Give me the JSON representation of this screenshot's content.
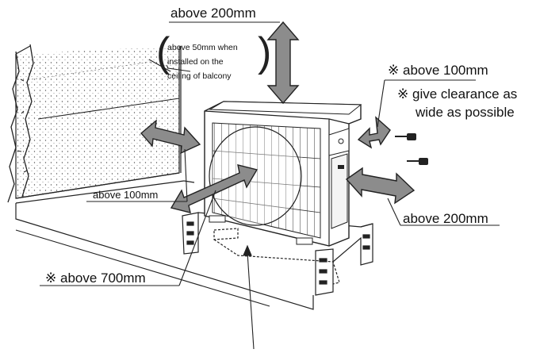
{
  "labels": {
    "top": "above 200mm",
    "balcony_line1": "above 50mm when",
    "balcony_line2": "installed on the",
    "balcony_line3": "ceiling of balcony",
    "right_top_mark": "※",
    "right_top": "above 100mm",
    "clearance_mark": "※",
    "clearance_line1": "give clearance as",
    "clearance_line2": "wide as possible",
    "left": "above 100mm",
    "right": "above 200mm",
    "front_mark": "※",
    "front": "above 700mm"
  },
  "colors": {
    "arrow_fill": "#8c8c8c",
    "line": "#1a1a1a",
    "unit_body": "#ffffff"
  },
  "icons": [
    "clearance-arrow",
    "outdoor-air-conditioner-unit",
    "mounting-screw",
    "wall-hatch",
    "support-bracket"
  ]
}
